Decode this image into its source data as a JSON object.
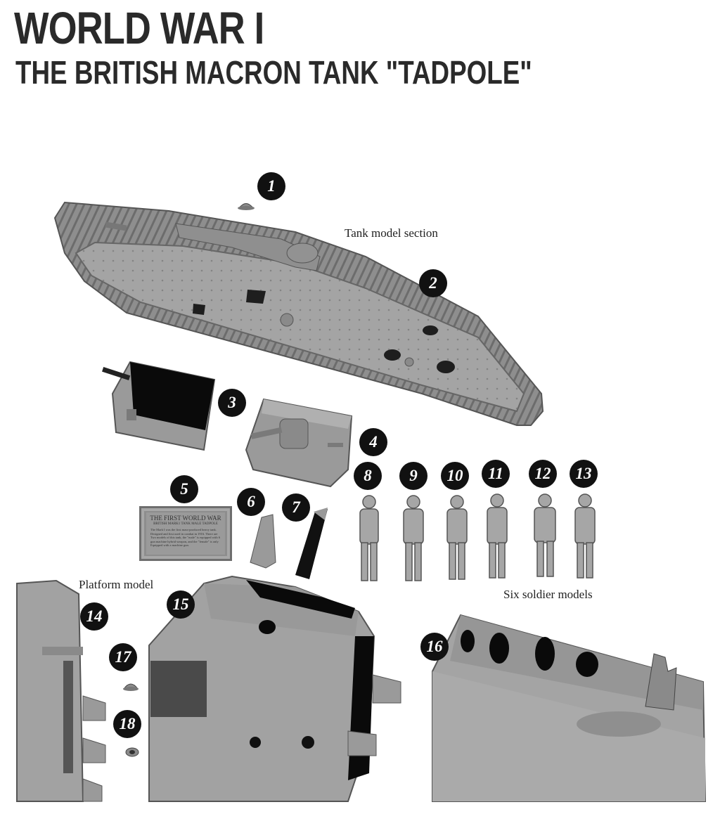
{
  "header": {
    "title_line1": "WORLD WAR I",
    "title_line2": "THE BRITISH MACRON TANK \"TADPOLE\""
  },
  "labels": {
    "tank_section": "Tank model section",
    "platform_model": "Platform model",
    "soldiers": "Six soldier models"
  },
  "plaque": {
    "heading": "THE FIRST WORLD WAR",
    "subheading": "BRITISH MARK1 TANK MALE TADPOLE",
    "body": "The Mark I was the first mass-produced heavy tank. Designed and first used in combat in 1916. There are Two models of this tank, the \"male\" is equipped with 6 gun machine hybrid weapon, and the \"female\" is only Equipped with a machine gun."
  },
  "parts": [
    {
      "number": "1"
    },
    {
      "number": "2"
    },
    {
      "number": "3"
    },
    {
      "number": "4"
    },
    {
      "number": "5"
    },
    {
      "number": "6"
    },
    {
      "number": "7"
    },
    {
      "number": "8"
    },
    {
      "number": "9"
    },
    {
      "number": "10"
    },
    {
      "number": "11"
    },
    {
      "number": "12"
    },
    {
      "number": "13"
    },
    {
      "number": "14"
    },
    {
      "number": "15"
    },
    {
      "number": "16"
    },
    {
      "number": "17"
    },
    {
      "number": "18"
    }
  ],
  "colors": {
    "model_gray": "#9c9c9c",
    "shadow": "#0a0a0a",
    "badge": "#111111"
  }
}
